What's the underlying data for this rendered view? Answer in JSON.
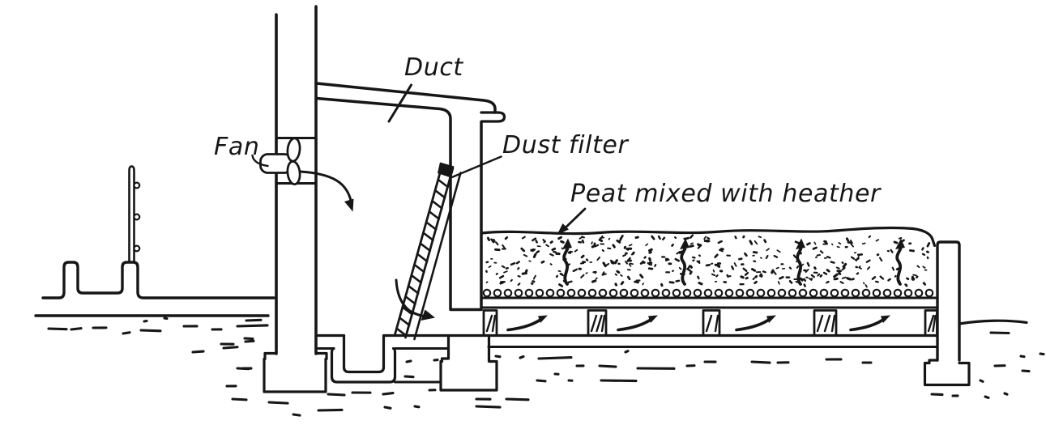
{
  "figure": {
    "labels": {
      "fan": "Fan",
      "duct": "Duct",
      "dust_filter": "Dust filter",
      "peat": "Peat mixed with heather"
    },
    "colors": {
      "ink": "#161616",
      "background": "#ffffff"
    }
  }
}
